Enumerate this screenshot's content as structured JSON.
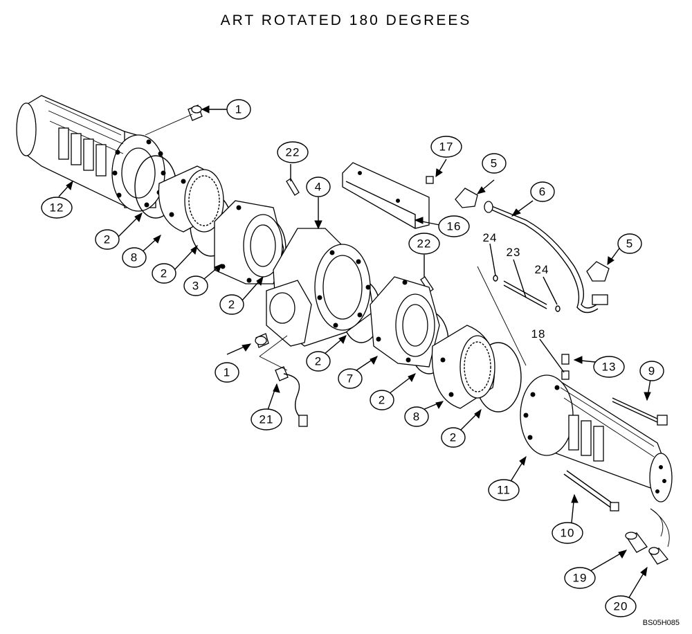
{
  "title": "ART ROTATED 180 DEGREES",
  "reference": "BS05H085",
  "callouts": {
    "c1a": "1",
    "c1b": "1",
    "c2a": "2",
    "c2b": "2",
    "c2c": "2",
    "c2d": "2",
    "c2e": "2",
    "c2f": "2",
    "c3": "3",
    "c4": "4",
    "c5a": "5",
    "c5b": "5",
    "c6": "6",
    "c7": "7",
    "c8a": "8",
    "c8b": "8",
    "c9": "9",
    "c10": "10",
    "c11": "11",
    "c12": "12",
    "c13": "13",
    "c16": "16",
    "c17": "17",
    "c19": "19",
    "c20": "20",
    "c21": "21",
    "c22a": "22",
    "c22b": "22"
  },
  "labels": {
    "l18": "18",
    "l23": "23",
    "l24a": "24",
    "l24b": "24"
  }
}
